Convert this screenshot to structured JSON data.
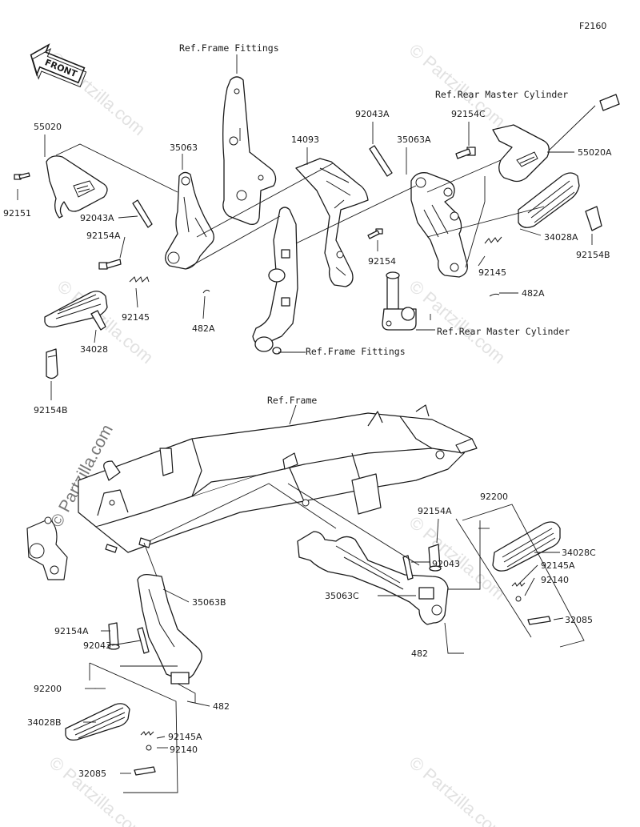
{
  "diagram_code": "F2160",
  "front_label": "FRONT",
  "watermark": "© Partzilla.com",
  "references": {
    "frame_fittings_top": "Ref.Frame Fittings",
    "frame_fittings_mid": "Ref.Frame Fittings",
    "rear_master_cylinder_top": "Ref.Rear Master Cylinder",
    "rear_master_cylinder_mid": "Ref.Rear Master Cylinder",
    "frame": "Ref.Frame"
  },
  "part_labels": [
    {
      "id": "55020",
      "text": "55020"
    },
    {
      "id": "92151",
      "text": "92151"
    },
    {
      "id": "35063",
      "text": "35063"
    },
    {
      "id": "92043A-left",
      "text": "92043A"
    },
    {
      "id": "92154A-left",
      "text": "92154A"
    },
    {
      "id": "92145-left",
      "text": "92145"
    },
    {
      "id": "482A-left",
      "text": "482A"
    },
    {
      "id": "34028",
      "text": "34028"
    },
    {
      "id": "92154B-left",
      "text": "92154B"
    },
    {
      "id": "14093",
      "text": "14093"
    },
    {
      "id": "92043A-right",
      "text": "92043A"
    },
    {
      "id": "35063A",
      "text": "35063A"
    },
    {
      "id": "92154C",
      "text": "92154C"
    },
    {
      "id": "92154",
      "text": "92154"
    },
    {
      "id": "55020A",
      "text": "55020A"
    },
    {
      "id": "34028A",
      "text": "34028A"
    },
    {
      "id": "92154B-right",
      "text": "92154B"
    },
    {
      "id": "92145-right",
      "text": "92145"
    },
    {
      "id": "482A-right",
      "text": "482A"
    },
    {
      "id": "92200-right",
      "text": "92200"
    },
    {
      "id": "92154A-right",
      "text": "92154A"
    },
    {
      "id": "34028C",
      "text": "34028C"
    },
    {
      "id": "92043-right",
      "text": "92043"
    },
    {
      "id": "35063C",
      "text": "35063C"
    },
    {
      "id": "92145A-right",
      "text": "92145A"
    },
    {
      "id": "92140-right",
      "text": "92140"
    },
    {
      "id": "32085-right",
      "text": "32085"
    },
    {
      "id": "482-right",
      "text": "482"
    },
    {
      "id": "35063B",
      "text": "35063B"
    },
    {
      "id": "92154A-lower",
      "text": "92154A"
    },
    {
      "id": "92043-lower",
      "text": "92043"
    },
    {
      "id": "92200-lower",
      "text": "92200"
    },
    {
      "id": "482-lower",
      "text": "482"
    },
    {
      "id": "34028B",
      "text": "34028B"
    },
    {
      "id": "92145A-lower",
      "text": "92145A"
    },
    {
      "id": "92140-lower",
      "text": "92140"
    },
    {
      "id": "32085-lower",
      "text": "32085"
    }
  ]
}
